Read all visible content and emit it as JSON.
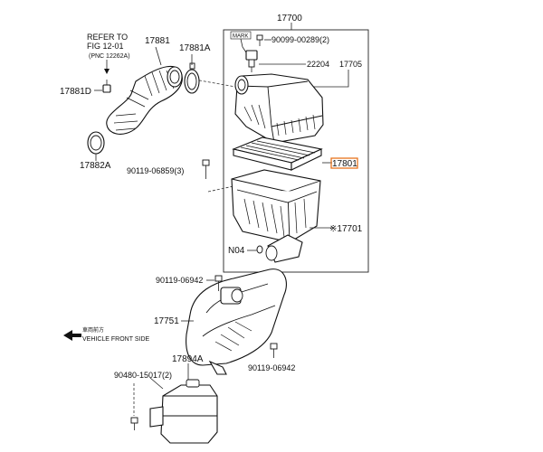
{
  "labels": {
    "assembly_top": "17700",
    "mark_tag": "MARK",
    "bolt_top": "90099-00289(2)",
    "sensor": "22204",
    "cover_ref": "17705",
    "hose_main": "17881",
    "clamp_a": "17881A",
    "refer_line1": "REFER TO",
    "refer_line2": "FIG 12-01",
    "refer_line3": "(PNC 12262A)",
    "joint_d": "17881D",
    "clamp_b": "17882A",
    "bolt_left": "90119-06859(3)",
    "element": "17801",
    "case_lower": "※17701",
    "n04": "N04",
    "bolt_mid": "90119-06942",
    "inlet": "17751",
    "vehicle_cn": "車両前方",
    "vehicle_en": "VEHICLE FRONT SIDE",
    "bolt_bottom": "90119-06942",
    "resonator": "17894A",
    "bolt_res": "90480-15017(2)"
  },
  "colors": {
    "highlight": "#e8731c"
  }
}
